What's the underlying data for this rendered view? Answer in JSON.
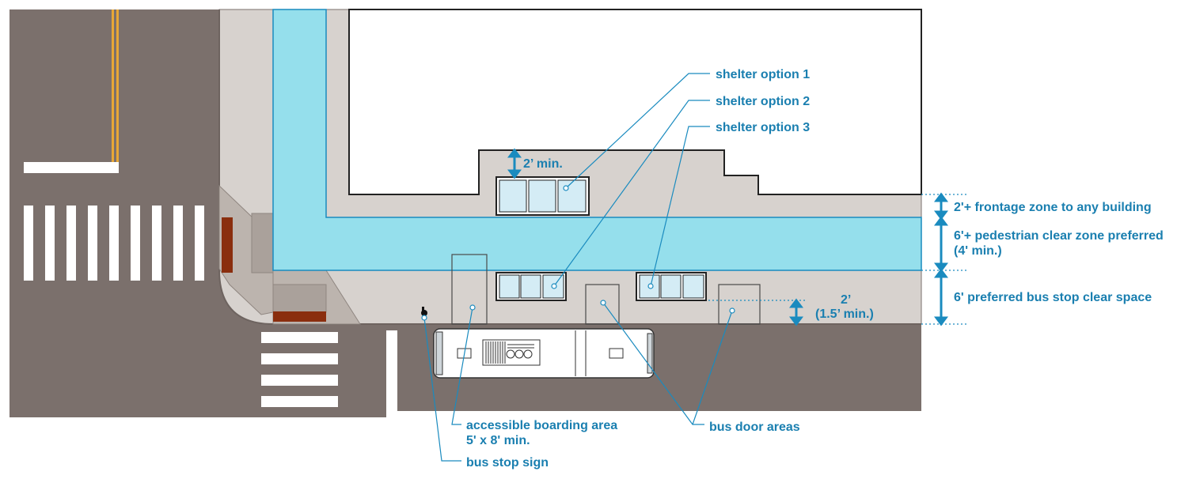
{
  "labels": {
    "shelter_1": "shelter option 1",
    "shelter_2": "shelter option 2",
    "shelter_3": "shelter option 3",
    "shelter_offset": "2’  min.",
    "frontage": "2'+ frontage zone to any building",
    "ped_line1": "6'+ pedestrian clear zone preferred",
    "ped_line2": "(4' min.)",
    "bus_clear": "6' preferred bus stop clear space",
    "curb_line1": "2’",
    "curb_line2": "(1.5’ min.)",
    "boarding_line1": "accessible boarding area",
    "boarding_line2": "5' x 8' min.",
    "door_areas": "bus door areas",
    "stop_sign": "bus stop sign"
  },
  "colors": {
    "road": "#7b706c",
    "sidewalk": "#d7d2ce",
    "pedestrian_zone": "#95dfec",
    "accent": "#1a8bbf",
    "label_text": "#1a7fb0",
    "tactile": "#8a2e0e",
    "lane_marking_yellow": "#e8a736",
    "shelter_glass": "#d4ecf5"
  }
}
